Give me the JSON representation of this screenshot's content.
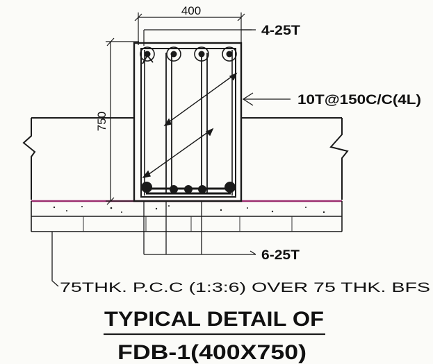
{
  "dimensions": {
    "width": "400",
    "depth": "750"
  },
  "labels": {
    "top_bars": "4-25T",
    "stirrups": "10T@150C/C(4L)",
    "bottom_bars": "6-25T",
    "pcc_note": "75THK.  P.C.C  (1:3:6)  OVER  75  THK.  BFS"
  },
  "title": {
    "line1": "TYPICAL DETAIL OF",
    "line2": "FDB-1(400X750)"
  },
  "colors": {
    "ink": "#111111",
    "pcc_line": "#9b2d6e",
    "paper": "#fbfbf8"
  }
}
